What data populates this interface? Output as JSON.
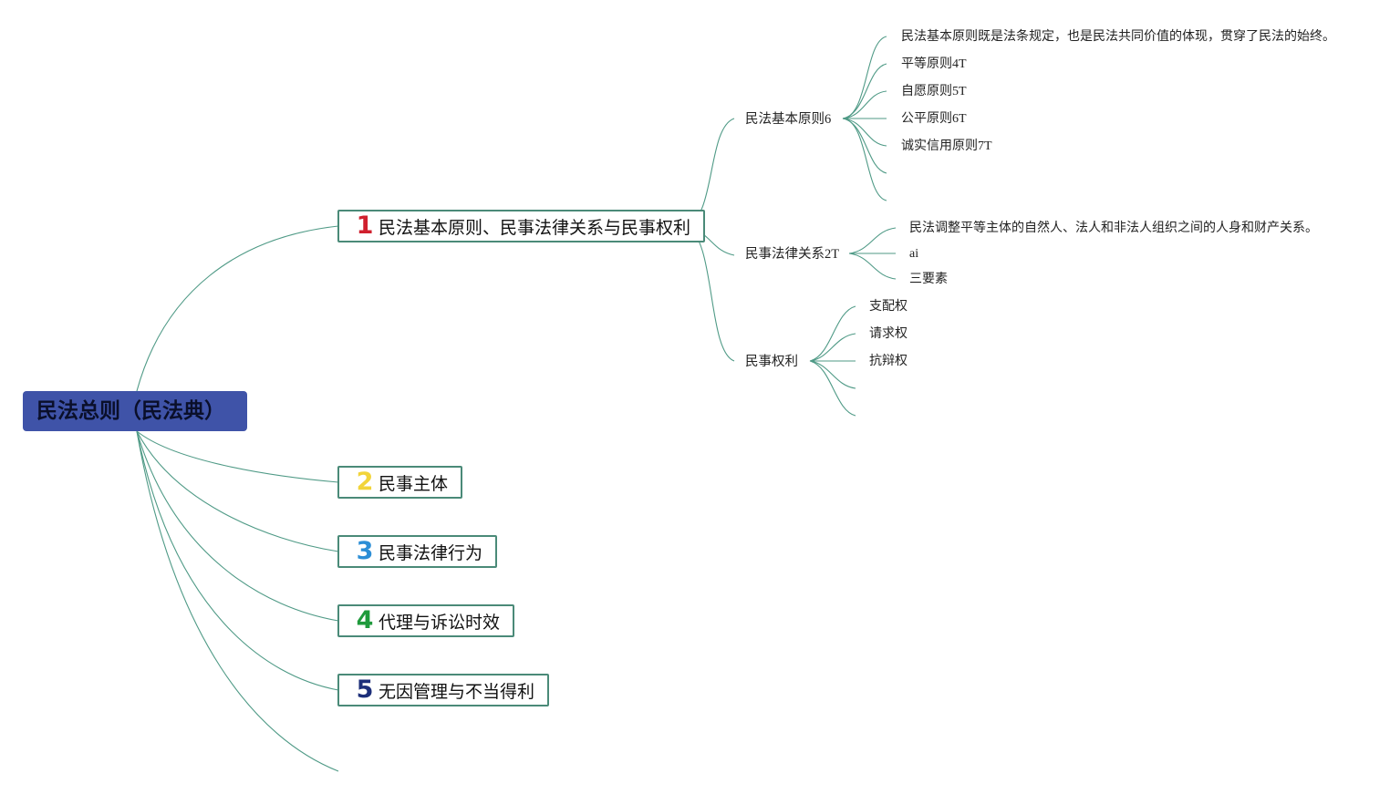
{
  "root": {
    "label": "民法总则（民法典）"
  },
  "main_topics": [
    {
      "num": "1",
      "num_color": "#d0202e",
      "label": "民法基本原则、民事法律关系与民事权利"
    },
    {
      "num": "2",
      "num_color": "#f2d43a",
      "label": "民事主体"
    },
    {
      "num": "3",
      "num_color": "#2c8ed6",
      "label": "民事法律行为"
    },
    {
      "num": "4",
      "num_color": "#1f9a3c",
      "label": "代理与诉讼时效"
    },
    {
      "num": "5",
      "num_color": "#1d2f7a",
      "label": "无因管理与不当得利"
    }
  ],
  "subtopics": [
    {
      "label": "民法基本原则6",
      "children": [
        "民法基本原则既是法条规定，也是民法共同价值的体现，贯穿了民法的始终。",
        "平等原则4T",
        "自愿原则5T",
        "公平原则6T",
        "诚实信用原则7T"
      ]
    },
    {
      "label": "民事法律关系2T",
      "children": [
        "民法调整平等主体的自然人、法人和非法人组织之间的人身和财产关系。",
        "ai",
        "三要素"
      ]
    },
    {
      "label": "民事权利",
      "children": [
        "支配权",
        "请求权",
        "抗辩权"
      ]
    }
  ],
  "colors": {
    "line": "#4f9a86",
    "root_fill": "#3f53a8",
    "box_border": "#4a8a78"
  }
}
